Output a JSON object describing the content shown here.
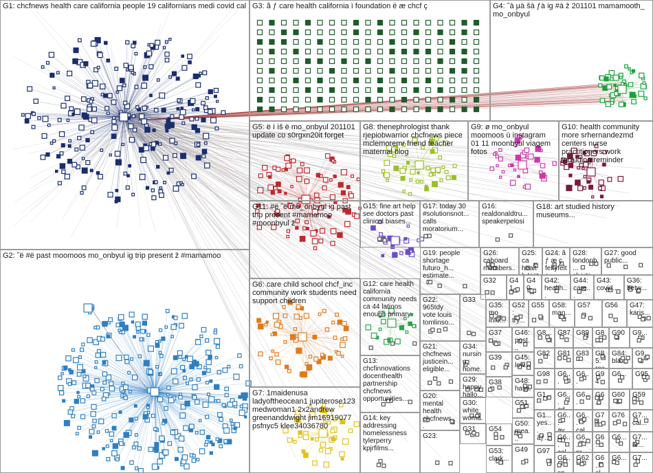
{
  "groups": [
    {
      "id": "g1",
      "label": "G1: chcfnews health care california people 19 californians medi covid cal"
    },
    {
      "id": "g2",
      "label": "G2: ˜ë #ë past moomoos mo_onbyul ig trip present ž #mamamoo"
    },
    {
      "id": "g3",
      "label": "G3: ã ƒ care health california ì foundation ë æ chcf ç"
    },
    {
      "id": "g4",
      "label": "G4: ˜à µà šà ƒà ig #à ž 201101 mamamooth_ mo_onbyul"
    },
    {
      "id": "g5",
      "label": "G5: ë ì ìš ë mo_onbyul 201101 update co s0rgxn20it forget"
    },
    {
      "id": "g6",
      "label": "G6: care child school chcf_inc community work students need support children"
    },
    {
      "id": "g7",
      "label": "G7: 1maidenusa ladyoftheocean1 jupiterose123 medwoman1 2x2andrew greenanddwight jim16919077 psfnyc5 klee34036780"
    },
    {
      "id": "g8",
      "label": "G8: thenephrologist thank rjepiobwarrior chcfnews piece mclemoremr friend teacher maternal blog"
    },
    {
      "id": "g9",
      "label": "G9: ø mo_onbyul moomoos ù instagram 01 11 moonbyul viagem fotos"
    },
    {
      "id": "g10",
      "label": "G10: health community more srhernandezmd centers nurse practitioners work including reminder"
    },
    {
      "id": "g11",
      "label": "G11: #ë ˜ë mo_onbyul ig past trip present #mamamoo #moonbyul ž"
    },
    {
      "id": "g12",
      "label": "G12: care health california community needs ca 44 latinos enough primary"
    },
    {
      "id": "g13",
      "label": "G13: chcfinnovations docenthealth partnership chcfnews opportunities..."
    },
    {
      "id": "g14",
      "label": "G14: key addressing homelessness tylerperry kpjrfilms..."
    },
    {
      "id": "g15",
      "label": "G15: fine art help see doctors past clinical biases..."
    },
    {
      "id": "g16",
      "label": "G16: realdonaldtru... speakerpelosi"
    },
    {
      "id": "g17",
      "label": "G17: today 30 #solutionsnot... calls moratorium..."
    },
    {
      "id": "g18",
      "label": "G18: art studied history museums..."
    },
    {
      "id": "g19",
      "label": "G19: people shortage futuro_h... estimate..."
    },
    {
      "id": "g20",
      "label": "G20: mental health chcfnews..."
    },
    {
      "id": "g21",
      "label": "G21: chcfnews justicein... eligible..."
    },
    {
      "id": "g22",
      "label": "G22: 965tdy vote louis tomlinso..."
    },
    {
      "id": "g23",
      "label": "G23:"
    },
    {
      "id": "g24",
      "label": "G24: ã ƒ æ ç feltyfelto..."
    },
    {
      "id": "g25",
      "label": "G25: ca health test 50..."
    },
    {
      "id": "g26",
      "label": "G26: caboard members..."
    },
    {
      "id": "g27",
      "label": "G27: good public..."
    },
    {
      "id": "g28",
      "label": "G28: londonb... charts"
    },
    {
      "id": "g29",
      "label": "G29: happy hallo..."
    },
    {
      "id": "g30",
      "label": "G30: white woma..."
    },
    {
      "id": "g31",
      "label": "G31"
    },
    {
      "id": "g32",
      "label": "G32"
    },
    {
      "id": "g33",
      "label": "G33"
    },
    {
      "id": "g34",
      "label": "G34: nursing home..."
    },
    {
      "id": "g35",
      "label": "G35: mo_ info..."
    },
    {
      "id": "g36",
      "label": "G36: betw..."
    },
    {
      "id": "g37",
      "label": "G37"
    },
    {
      "id": "g38",
      "label": "G38"
    },
    {
      "id": "g39",
      "label": "G39"
    },
    {
      "id": "g40",
      "label": "G40"
    },
    {
      "id": "g41",
      "label": "G41"
    },
    {
      "id": "g42",
      "label": "G42: health..."
    },
    {
      "id": "g43",
      "label": "G43: covid..."
    },
    {
      "id": "g44",
      "label": "G44: care..."
    },
    {
      "id": "g45",
      "label": "G45: low..."
    },
    {
      "id": "g46",
      "label": "G46: post..."
    },
    {
      "id": "g47",
      "label": "G47: karis..."
    },
    {
      "id": "g48",
      "label": "G48: hass..."
    },
    {
      "id": "g49",
      "label": "G49"
    },
    {
      "id": "g50",
      "label": "G50: mea..."
    },
    {
      "id": "g51",
      "label": "G51"
    },
    {
      "id": "g52",
      "label": "G52: try..."
    },
    {
      "id": "g53",
      "label": "G53: clark..."
    },
    {
      "id": "g54",
      "label": "G54"
    },
    {
      "id": "g55",
      "label": "G55"
    },
    {
      "id": "g56",
      "label": "G56"
    },
    {
      "id": "g57",
      "label": "G57"
    },
    {
      "id": "g58",
      "label": "G58: man..."
    },
    {
      "id": "g59",
      "label": "G59"
    },
    {
      "id": "g60",
      "label": "G60"
    },
    {
      "id": "g61",
      "label": "G6..."
    },
    {
      "id": "g62",
      "label": "G62"
    },
    {
      "id": "g1x",
      "label": "G1..."
    },
    {
      "id": "g1y",
      "label": "G1... yes... ãƒ..."
    },
    {
      "id": "g6a",
      "label": "G6... cd..."
    },
    {
      "id": "g6b",
      "label": "G6... ay..."
    },
    {
      "id": "g6c",
      "label": "G6... cal..."
    },
    {
      "id": "g6d",
      "label": "G6... ab..."
    },
    {
      "id": "g6e",
      "label": "G6... sp..."
    },
    {
      "id": "g6f",
      "label": "G6... pr..."
    },
    {
      "id": "g6g",
      "label": "G6... el..."
    },
    {
      "id": "g6h",
      "label": "G6..."
    },
    {
      "id": "g6i",
      "label": "G6..."
    },
    {
      "id": "g6j",
      "label": "G6..."
    },
    {
      "id": "g6k",
      "label": "G6..."
    },
    {
      "id": "g6l",
      "label": "G6... cal..."
    },
    {
      "id": "g6m",
      "label": "G6..."
    },
    {
      "id": "g6n",
      "label": "G6..."
    },
    {
      "id": "g6o",
      "label": "G6..."
    },
    {
      "id": "g6p",
      "label": "G6..."
    },
    {
      "id": "g7a",
      "label": "G7... cal..."
    },
    {
      "id": "g7b",
      "label": "G7... ar..."
    },
    {
      "id": "g7c",
      "label": "G7..."
    },
    {
      "id": "g76",
      "label": "G76"
    },
    {
      "id": "g77",
      "label": "G77"
    },
    {
      "id": "g81",
      "label": "G81"
    },
    {
      "id": "g82",
      "label": "G82"
    },
    {
      "id": "g83",
      "label": "G83"
    },
    {
      "id": "g84",
      "label": "G84: bla..."
    },
    {
      "id": "g85",
      "label": "G85: res..."
    },
    {
      "id": "g87",
      "label": "G87"
    },
    {
      "id": "g88",
      "label": "G8..."
    },
    {
      "id": "g89",
      "label": "G89"
    },
    {
      "id": "g8a",
      "label": "G8..."
    },
    {
      "id": "g90",
      "label": "G90"
    },
    {
      "id": "g91",
      "label": "G9..."
    },
    {
      "id": "g92",
      "label": "G9..."
    },
    {
      "id": "g94",
      "label": "G94"
    },
    {
      "id": "g95",
      "label": "G95"
    },
    {
      "id": "g97",
      "label": "G97"
    },
    {
      "id": "g98",
      "label": "G98"
    }
  ],
  "colors": {
    "g1": "#1a2d6e",
    "g2": "#2f7fc1",
    "g3": "#1e5c2a",
    "g4": "#18a33a",
    "g5": "#c0282f",
    "g6": "#e07b1f",
    "g7": "#e0c21f",
    "g8": "#9bbf2a",
    "g9": "#c93aa8",
    "g10": "#7a1a3a",
    "g11": "#6a4ec7",
    "g12": "#2fa34a",
    "edge": "#9a8f8f",
    "border": "#9a9a9a"
  }
}
